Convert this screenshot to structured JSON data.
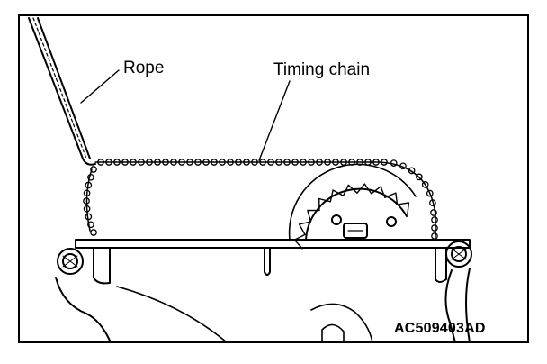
{
  "labels": {
    "rope": "Rope",
    "timing_chain": "Timing chain"
  },
  "figure_code": "AC509403AD",
  "colors": {
    "line": "#000000",
    "background": "#ffffff"
  }
}
